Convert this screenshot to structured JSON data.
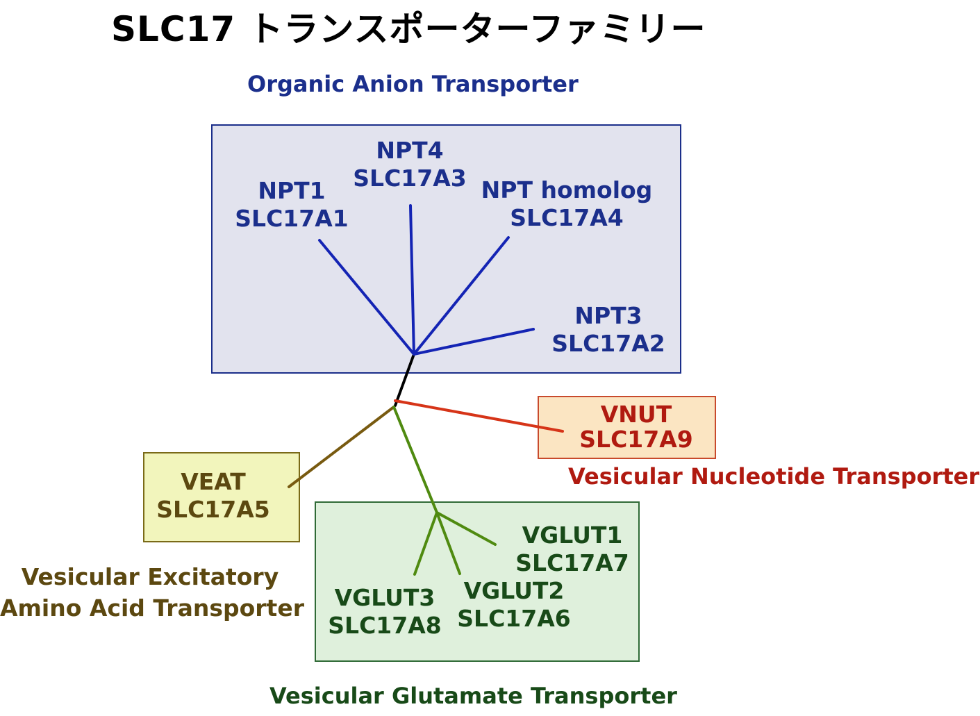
{
  "title": "SLC17 トランスポーターファミリー",
  "colors": {
    "oat": "#1b2f8c",
    "oat_branch": "#1424b4",
    "oat_box_fill": "#e2e3ee",
    "oat_box_border": "#1b2e8a",
    "vnut": "#b01a10",
    "vnut_branch": "#d63418",
    "vnut_box_fill": "#fbe5c2",
    "vnut_box_border": "#c84a2c",
    "veat": "#5c4810",
    "veat_branch": "#785a10",
    "veat_box_fill": "#f2f5bc",
    "veat_box_border": "#7a6a18",
    "vglut": "#184a18",
    "vglut_branch": "#4f8a10",
    "vglut_box_fill": "#dff0dc",
    "vglut_box_border": "#2f6a36",
    "root": "#000000"
  },
  "groups": {
    "organic_anion": {
      "label": "Organic Anion Transporter",
      "members": [
        {
          "name": "NPT1",
          "gene": "SLC17A1"
        },
        {
          "name": "NPT4",
          "gene": "SLC17A3"
        },
        {
          "name": "NPT homolog",
          "gene": "SLC17A4"
        },
        {
          "name": "NPT3",
          "gene": "SLC17A2"
        }
      ]
    },
    "vesicular_nucleotide": {
      "label": "Vesicular Nucleotide Transporter",
      "members": [
        {
          "name": "VNUT",
          "gene": "SLC17A9"
        }
      ]
    },
    "vesicular_excitatory": {
      "label_line1": "Vesicular Excitatory",
      "label_line2": "Amino Acid Transporter",
      "members": [
        {
          "name": "VEAT",
          "gene": "SLC17A5"
        }
      ]
    },
    "vesicular_glutamate": {
      "label": "Vesicular Glutamate Transporter",
      "members": [
        {
          "name": "VGLUT1",
          "gene": "SLC17A7"
        },
        {
          "name": "VGLUT2",
          "gene": "SLC17A6"
        },
        {
          "name": "VGLUT3",
          "gene": "SLC17A8"
        }
      ]
    }
  }
}
